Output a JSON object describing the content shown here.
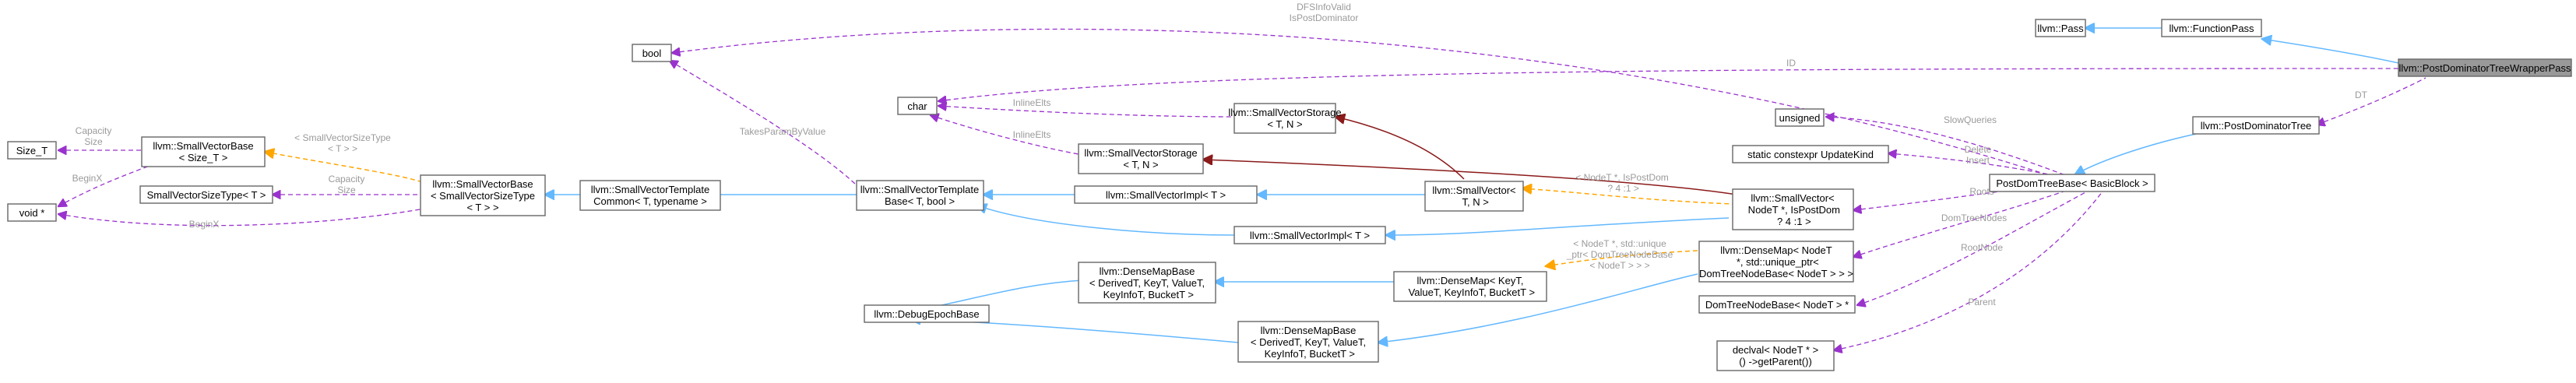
{
  "diagram": {
    "nodes": [
      {
        "id": "focus",
        "lines": [
          "llvm::PostDominatorTreeWrapperPass"
        ],
        "focus": true
      },
      {
        "id": "pass",
        "lines": [
          "llvm::Pass"
        ]
      },
      {
        "id": "fpass",
        "lines": [
          "llvm::FunctionPass"
        ]
      },
      {
        "id": "pdt",
        "lines": [
          "llvm::PostDominatorTree"
        ]
      },
      {
        "id": "pdtb",
        "lines": [
          "PostDomTreeBase< BasicBlock >"
        ]
      },
      {
        "id": "unsigned",
        "lines": [
          "unsigned"
        ]
      },
      {
        "id": "uk",
        "lines": [
          "static constexpr UpdateKind"
        ]
      },
      {
        "id": "densemap2",
        "lines": [
          "llvm::DenseMap< NodeT",
          " *, std::unique_ptr<",
          "DomTreeNodeBase< NodeT > > >"
        ]
      },
      {
        "id": "dtnb",
        "lines": [
          "DomTreeNodeBase< NodeT > *"
        ]
      },
      {
        "id": "declval",
        "lines": [
          "declval< NodeT * >",
          "() ->getParent())"
        ]
      },
      {
        "id": "bool",
        "lines": [
          "bool"
        ]
      },
      {
        "id": "char",
        "lines": [
          "char"
        ]
      },
      {
        "id": "svsA",
        "lines": [
          "llvm::SmallVectorStorage",
          "< T, N >"
        ]
      },
      {
        "id": "svsB",
        "lines": [
          "llvm::SmallVectorStorage",
          "< T, N >"
        ]
      },
      {
        "id": "smallvec",
        "lines": [
          "llvm::SmallVector<",
          " T, N >"
        ]
      },
      {
        "id": "sviA",
        "lines": [
          "llvm::SmallVectorImpl< T >"
        ]
      },
      {
        "id": "sviB",
        "lines": [
          "llvm::SmallVectorImpl< T >"
        ]
      },
      {
        "id": "svtb",
        "lines": [
          "llvm::SmallVectorTemplate",
          "Base< T, bool >"
        ]
      },
      {
        "id": "svtc",
        "lines": [
          "llvm::SmallVectorTemplate",
          "Common< T, typename >"
        ]
      },
      {
        "id": "svbig",
        "lines": [
          "llvm::SmallVectorBase",
          "< SmallVectorSizeType",
          "< T > >"
        ]
      },
      {
        "id": "svbsize",
        "lines": [
          "llvm::SmallVectorBase",
          "< Size_T >"
        ]
      },
      {
        "id": "svst",
        "lines": [
          "SmallVectorSizeType< T >"
        ]
      },
      {
        "id": "sizet",
        "lines": [
          "Size_T"
        ]
      },
      {
        "id": "voidp",
        "lines": [
          "void *"
        ]
      },
      {
        "id": "svnodes",
        "lines": [
          "llvm::SmallVector<",
          " NodeT *, IsPostDom",
          " ? 4 :1 >"
        ]
      },
      {
        "id": "dmbA",
        "lines": [
          "llvm::DenseMapBase",
          "< DerivedT, KeyT, ValueT,",
          " KeyInfoT, BucketT >"
        ]
      },
      {
        "id": "dmbB",
        "lines": [
          "llvm::DenseMapBase",
          "< DerivedT, KeyT, ValueT,",
          " KeyInfoT, BucketT >"
        ]
      },
      {
        "id": "debug",
        "lines": [
          "llvm::DebugEpochBase"
        ]
      },
      {
        "id": "densemap1",
        "lines": [
          "llvm::DenseMap< KeyT,",
          " ValueT, KeyInfoT, BucketT >"
        ]
      }
    ],
    "edge_labels": [
      {
        "id": "l-dfs",
        "lines": [
          "DFSInfoValid",
          "IsPostDominator"
        ]
      },
      {
        "id": "l-id",
        "lines": [
          "ID"
        ]
      },
      {
        "id": "l-dt",
        "lines": [
          "DT"
        ]
      },
      {
        "id": "l-slow",
        "lines": [
          "SlowQueries"
        ]
      },
      {
        "id": "l-delete",
        "lines": [
          "Delete",
          "Insert"
        ]
      },
      {
        "id": "l-roots",
        "lines": [
          "Roots"
        ]
      },
      {
        "id": "l-dtnodes",
        "lines": [
          "DomTreeNodes"
        ]
      },
      {
        "id": "l-rootnode",
        "lines": [
          "RootNode"
        ]
      },
      {
        "id": "l-parent",
        "lines": [
          "Parent"
        ]
      },
      {
        "id": "l-inline1",
        "lines": [
          "InlineElts"
        ]
      },
      {
        "id": "l-inline2",
        "lines": [
          "InlineElts"
        ]
      },
      {
        "id": "l-takes",
        "lines": [
          "TakesParamByValue"
        ]
      },
      {
        "id": "l-svst",
        "lines": [
          "< SmallVectorSizeType",
          "< T > >"
        ]
      },
      {
        "id": "l-capsize",
        "lines": [
          "Capacity",
          "Size"
        ]
      },
      {
        "id": "l-capsize2",
        "lines": [
          "Capacity",
          "Size"
        ]
      },
      {
        "id": "l-beginx1",
        "lines": [
          "BeginX"
        ]
      },
      {
        "id": "l-beginx2",
        "lines": [
          "BeginX"
        ]
      },
      {
        "id": "l-nodet",
        "lines": [
          "< NodeT *, IsPostDom",
          " ? 4 :1 >"
        ]
      },
      {
        "id": "l-dmparams",
        "lines": [
          "< NodeT *, std::unique",
          "_ptr< DomTreeNodeBase",
          "< NodeT > > >"
        ]
      }
    ],
    "colors": {
      "inherit": "#63b8ff",
      "usage": "#9a32cd",
      "template": "#ffa500",
      "template_instance": "#8b1a1a",
      "focus_fill": "#999999"
    }
  }
}
